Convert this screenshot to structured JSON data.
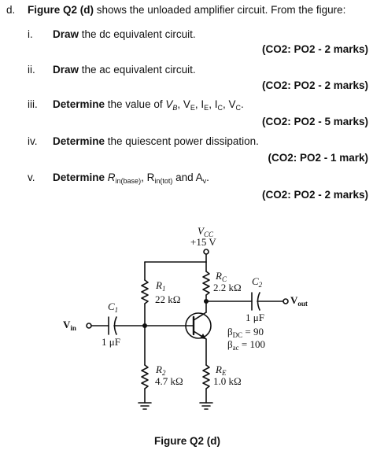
{
  "question": {
    "label": "d.",
    "intro_bold": "Figure Q2 (d)",
    "intro_rest": " shows the unloaded amplifier circuit. From the figure:"
  },
  "items": [
    {
      "num": "i.",
      "bold": "Draw",
      "rest": " the dc equivalent circuit.",
      "marks": "(CO2: PO2 - 2 marks)"
    },
    {
      "num": "ii.",
      "bold": "Draw",
      "rest": " the ac equivalent circuit.",
      "marks": "(CO2: PO2 - 2 marks)"
    },
    {
      "num": "iii.",
      "bold": "Determine",
      "rest": " the value of V",
      "marks": "(CO2: PO2 - 5 marks)"
    },
    {
      "num": "iv.",
      "bold": "Determine",
      "rest": " the quiescent power dissipation.",
      "marks": "(CO2: PO2 - 1 mark)"
    },
    {
      "num": "v.",
      "bold": "Determine",
      "rest": " R",
      "marks": "(CO2: PO2 - 2 marks)"
    }
  ],
  "item3_vars": [
    "V",
    "B",
    ", V",
    "E",
    ", I",
    "E",
    ", I",
    "C",
    ", V",
    "C",
    "."
  ],
  "item5_vars": [
    "R",
    "in(base)",
    ", R",
    "in(tot)",
    " and A",
    "v",
    "."
  ],
  "circuit": {
    "vcc_label": "V",
    "vcc_sub": "CC",
    "vcc_value": "+15 V",
    "r1_label": "R",
    "r1_sub": "1",
    "r1_value": "22 kΩ",
    "r2_label": "R",
    "r2_sub": "2",
    "r2_value": "4.7 kΩ",
    "rc_label": "R",
    "rc_sub": "C",
    "rc_value": "2.2 kΩ",
    "re_label": "R",
    "re_sub": "E",
    "re_value": "1.0 kΩ",
    "c1_label": "C",
    "c1_sub": "1",
    "c1_value": "1 μF",
    "c2_label": "C",
    "c2_sub": "2",
    "c2_value": "1 μF",
    "vin_label": "V",
    "vin_sub": "in",
    "vout_label": "V",
    "vout_sub": "out",
    "bdc_label": "β",
    "bdc_sub": "DC",
    "bdc_value": " = 90",
    "bac_label": "β",
    "bac_sub": "ac",
    "bac_value": " = 100"
  },
  "caption": "Figure Q2 (d)"
}
